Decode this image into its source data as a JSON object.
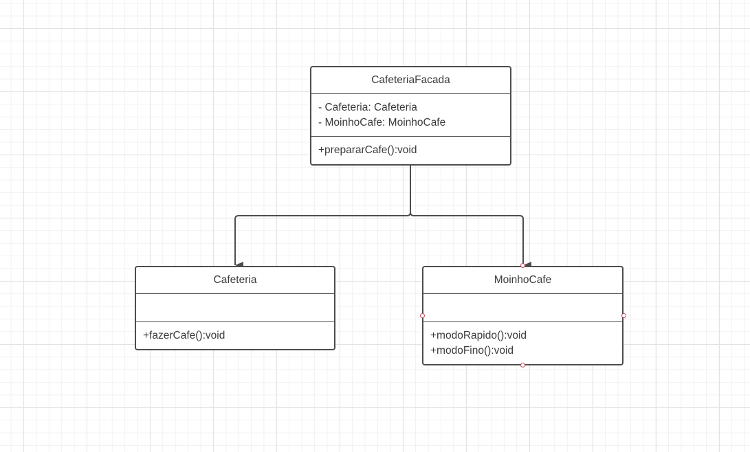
{
  "classes": {
    "facade": {
      "name": "CafeteriaFacada",
      "attributes": [
        "- Cafeteria: Cafeteria",
        "- MoinhoCafe: MoinhoCafe"
      ],
      "methods": [
        "+prepararCafe():void"
      ]
    },
    "cafeteria": {
      "name": "Cafeteria",
      "attributes": [],
      "methods": [
        "+fazerCafe():void"
      ]
    },
    "moinho": {
      "name": "MoinhoCafe",
      "attributes": [],
      "methods": [
        "+modoRapido():void",
        "+modoFino():void"
      ]
    }
  },
  "colors": {
    "line": "#4d4d4d",
    "grid_major": "#e3e3e3",
    "grid_minor": "#f1f1f1",
    "selection_handle": "#c44a5a"
  }
}
